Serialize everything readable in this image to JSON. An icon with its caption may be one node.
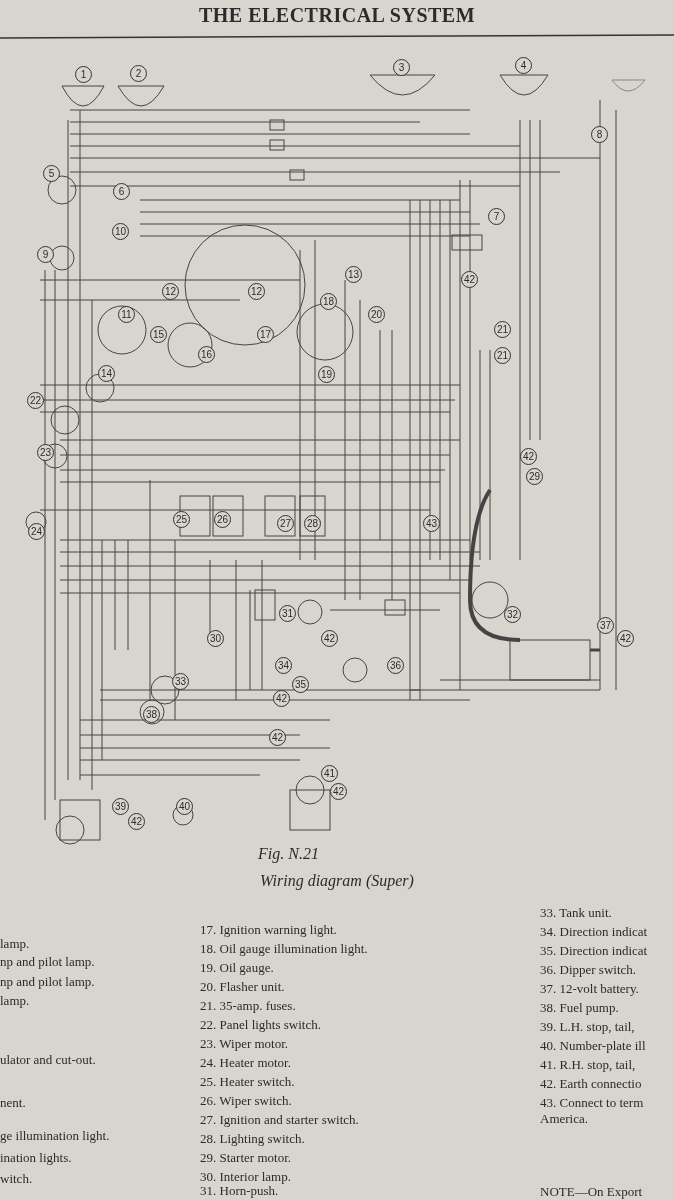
{
  "diagram": {
    "title": "THE ELECTRICAL SYSTEM",
    "caption": "Wiring diagram (Super)",
    "labels": [
      "1",
      "2",
      "3",
      "4",
      "8",
      "5",
      "6",
      "10",
      "7",
      "9",
      "12",
      "12",
      "11",
      "13",
      "18",
      "42",
      "20",
      "15",
      "17",
      "21",
      "16",
      "21",
      "14",
      "19",
      "22",
      "23",
      "42",
      "29",
      "25",
      "26",
      "27",
      "28",
      "24",
      "43",
      "31",
      "32",
      "37",
      "30",
      "42",
      "42",
      "34",
      "36",
      "33",
      "35",
      "42",
      "38",
      "42",
      "41",
      "42",
      "39",
      "40",
      "42",
      "Fig. N.21",
      "33. Tank unit.",
      "17. Ignition warning light.",
      "34. Direction indicat",
      "lamp.",
      "18. Oil gauge illumination light.",
      "35. Direction indicat",
      "np and pilot lamp.",
      "19. Oil gauge.",
      "36. Dipper switch.",
      "np and pilot lamp.",
      "20. Flasher unit.",
      "37. 12-volt battery.",
      "lamp.",
      "21. 35-amp. fuses.",
      "38. Fuel pump.",
      "22. Panel lights switch.",
      "39. L.H. stop, tail,",
      "23. Wiper motor.",
      "40. Number-plate ill",
      "ulator and cut-out.",
      "24. Heater motor.",
      "41. R.H. stop, tail,",
      "25. Heater switch.",
      "42. Earth connectio",
      "nent.",
      "26. Wiper switch.",
      "43. Connect to term America.",
      "27. Ignition and starter switch.",
      "ge illumination light.",
      "28. Lighting switch.",
      "ination lights.",
      "29. Starter motor.",
      "witch.",
      "30. Interior lamp.",
      "31. Horn-push.",
      "NOTE—On Export"
    ]
  }
}
